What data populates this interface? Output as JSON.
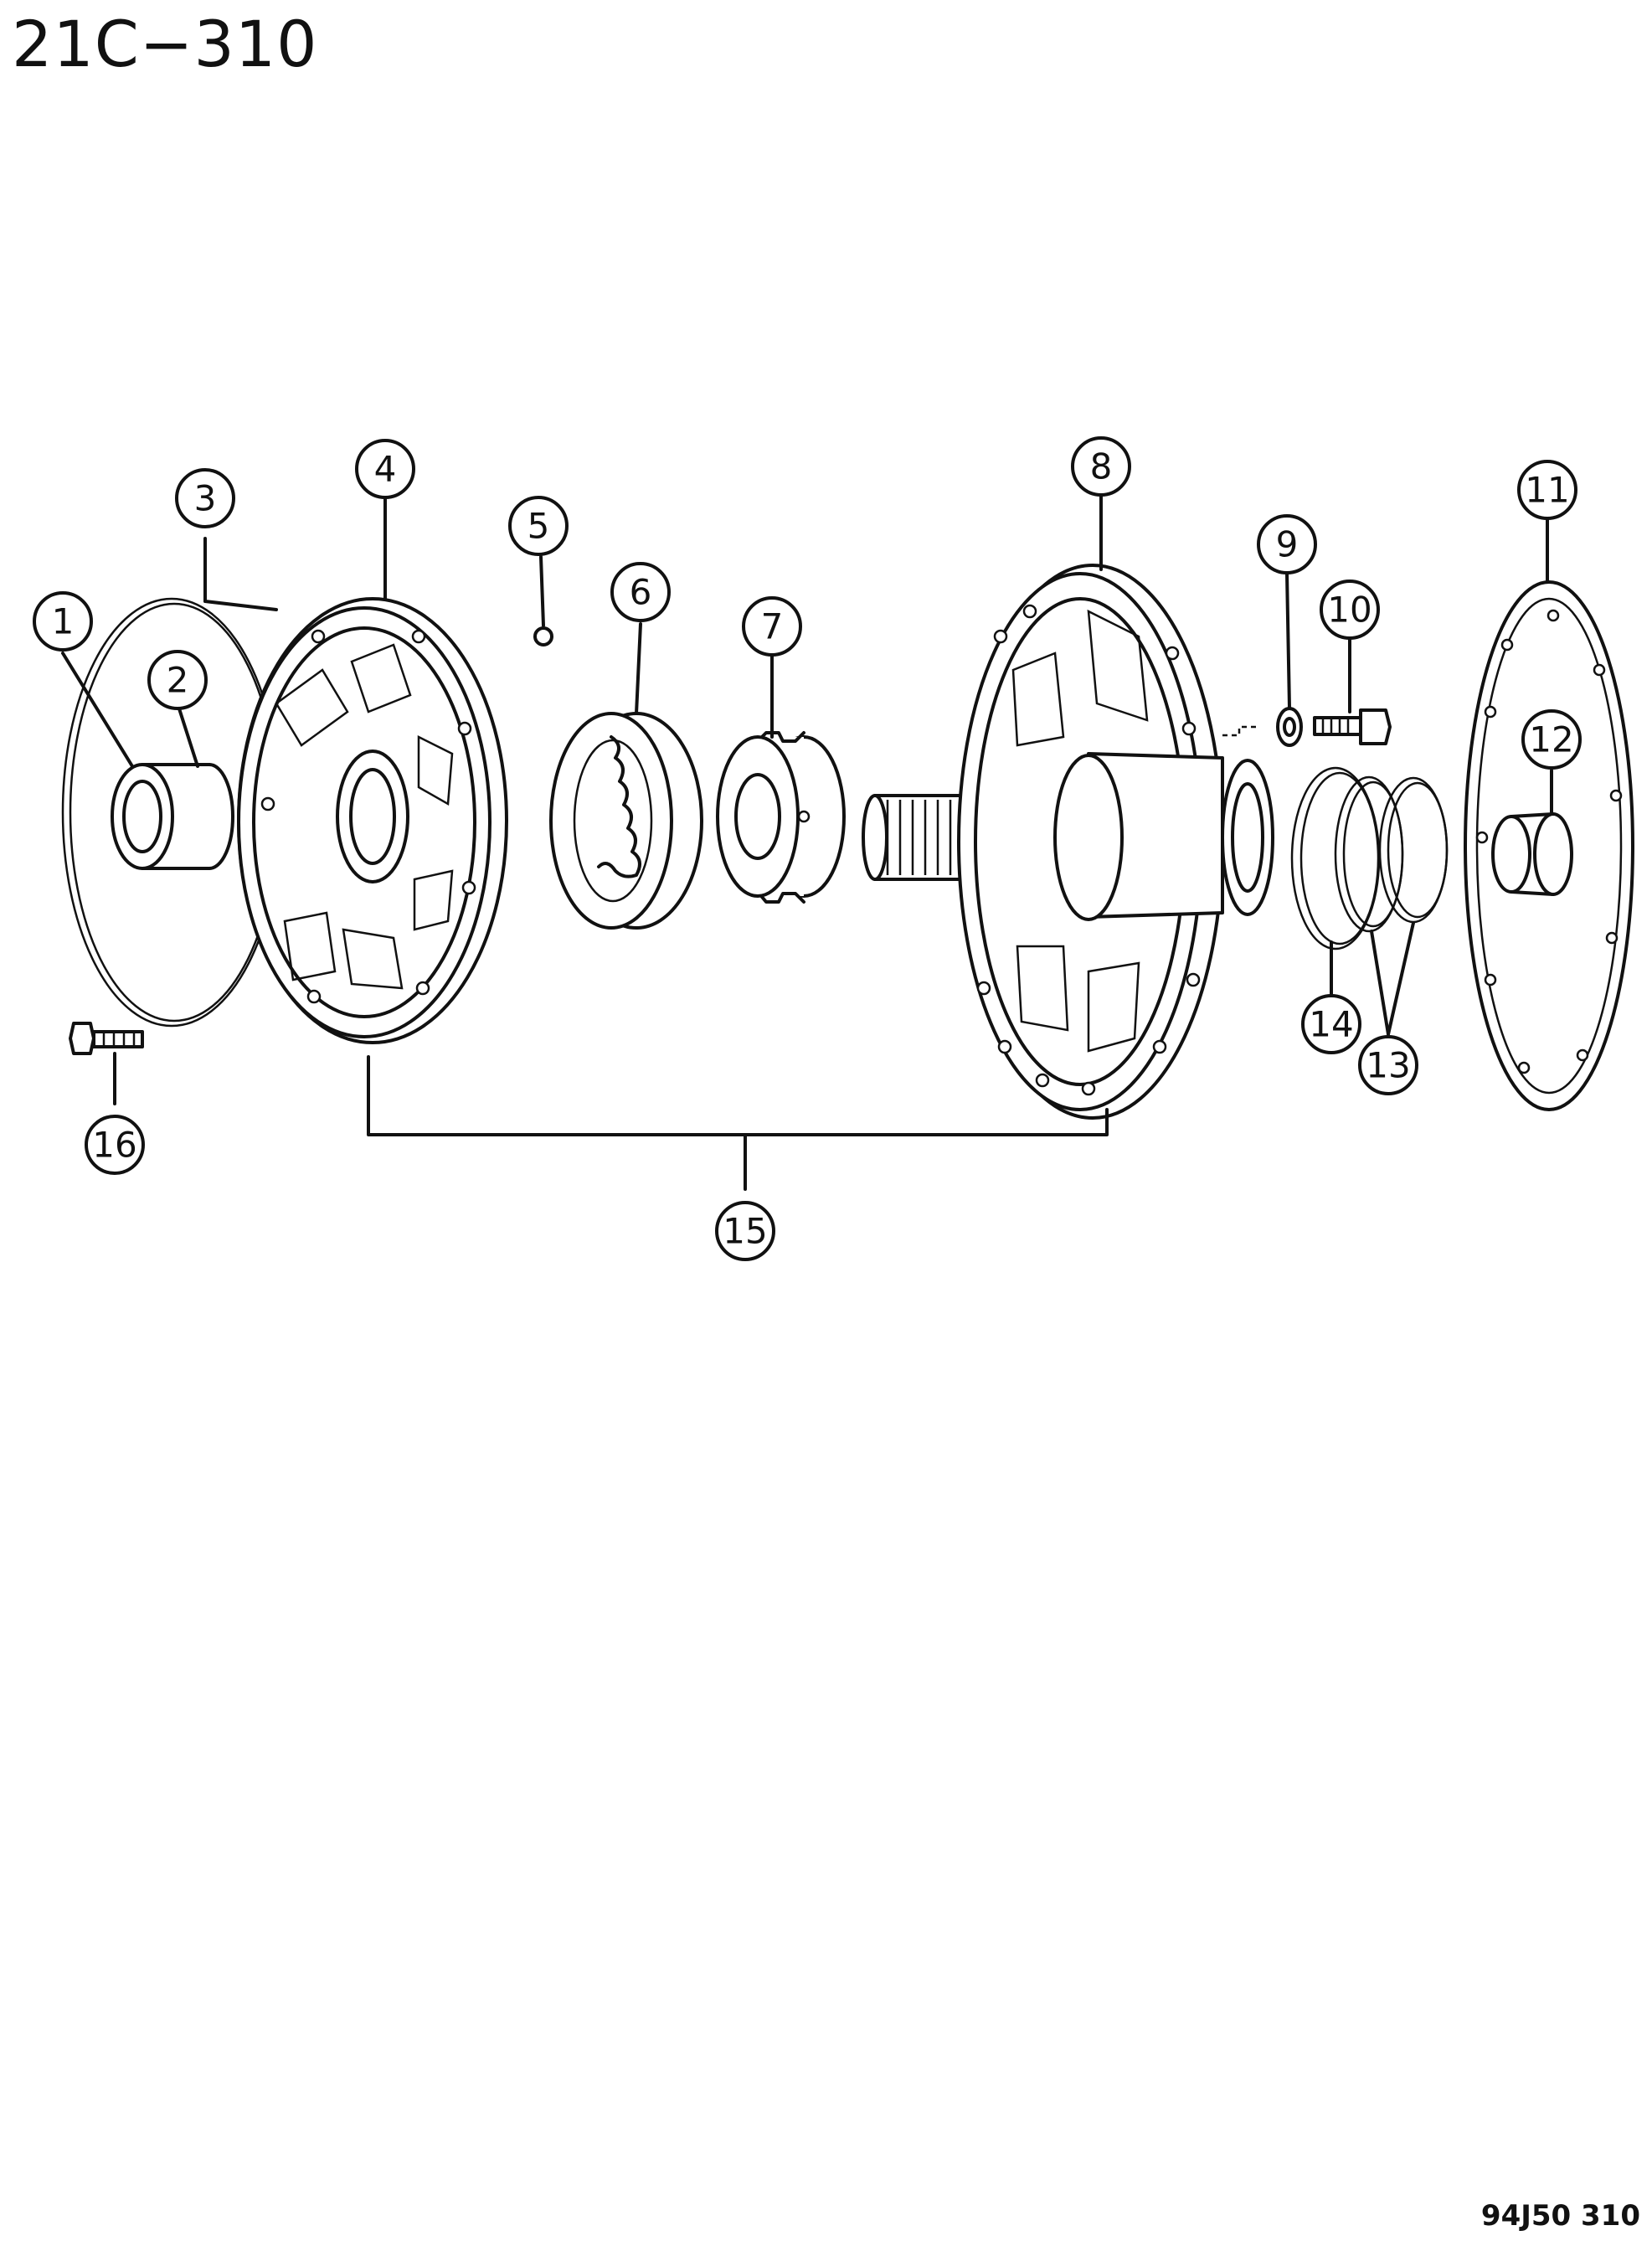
{
  "header": {
    "title": "21C−310"
  },
  "footer": {
    "code": "94J50 310"
  },
  "callouts": [
    "1",
    "2",
    "3",
    "4",
    "5",
    "6",
    "7",
    "8",
    "9",
    "10",
    "11",
    "12",
    "13",
    "14",
    "15",
    "16"
  ]
}
